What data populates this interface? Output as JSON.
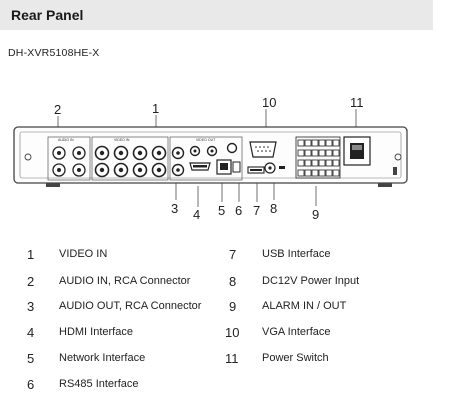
{
  "header": {
    "title": "Rear Panel"
  },
  "model": "DH-XVR5108HE-X",
  "callouts": {
    "n1": "1",
    "n2": "2",
    "n3": "3",
    "n4": "4",
    "n5": "5",
    "n6": "6",
    "n7": "7",
    "n8": "8",
    "n9": "9",
    "n10": "10",
    "n11": "11"
  },
  "panel_labels": {
    "audio_in": "AUDIO IN",
    "video_in": "VIDEO IN",
    "video_out": "VIDEO OUT"
  },
  "legend": [
    {
      "num": "1",
      "label": "VIDEO IN"
    },
    {
      "num": "2",
      "label": "AUDIO IN, RCA Connector"
    },
    {
      "num": "3",
      "label": "AUDIO OUT, RCA Connector"
    },
    {
      "num": "4",
      "label": "HDMI Interface"
    },
    {
      "num": "5",
      "label": "Network Interface"
    },
    {
      "num": "6",
      "label": "RS485 Interface"
    },
    {
      "num": "7",
      "label": "USB Interface"
    },
    {
      "num": "8",
      "label": "DC12V Power Input"
    },
    {
      "num": "9",
      "label": "ALARM IN / OUT"
    },
    {
      "num": "10",
      "label": "VGA Interface"
    },
    {
      "num": "11",
      "label": "Power Switch"
    }
  ]
}
